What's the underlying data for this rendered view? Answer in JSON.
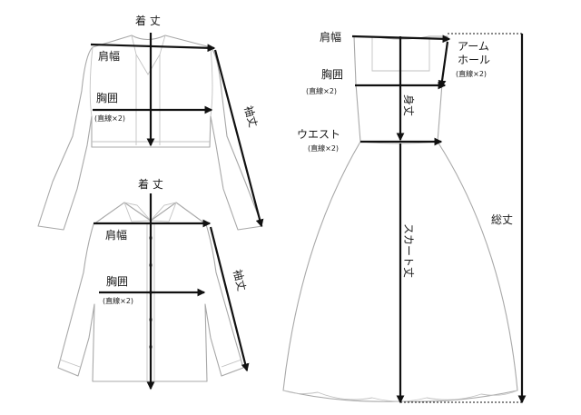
{
  "jacket": {
    "length_label": "着 丈",
    "shoulder_label": "肩幅",
    "chest_label": "胸囲",
    "chest_note": "(直線×2)",
    "sleeve_label": "袖丈"
  },
  "shirt": {
    "length_label": "着 丈",
    "shoulder_label": "肩幅",
    "chest_label": "胸囲",
    "chest_note": "(直線×2)",
    "sleeve_label": "袖丈"
  },
  "dress": {
    "shoulder_label": "肩幅",
    "armhole_label_1": "アーム",
    "armhole_label_2": "ホール",
    "armhole_note": "(直線×2)",
    "chest_label": "胸囲",
    "chest_note": "(直線×2)",
    "body_length_label": "身丈",
    "waist_label": "ウエスト",
    "waist_note": "(直線×2)",
    "skirt_length_label": "スカート丈",
    "total_length_label": "総丈"
  },
  "colors": {
    "garment_outline": "#a8a8a8",
    "measure_line": "#111111"
  },
  "icons": [
    "arrow-head-icon"
  ]
}
